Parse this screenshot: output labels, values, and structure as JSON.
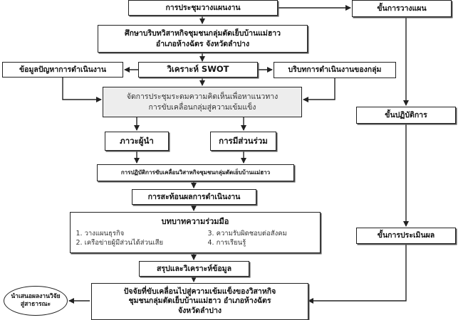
{
  "flow": {
    "meeting": "การประชุมวางแผนงาน",
    "study": [
      "ศึกษาบริบทวิสาหกิจชุมชนกลุ่มตัดเย็บบ้านแม่ฮาว",
      "อำเภอห้างฉัตร จังหวัดลำปาง"
    ],
    "problems": "ข้อมูลปัญหาการดำเนินงาน",
    "swot": "วิเคราะห์ SWOT",
    "context": "บริบทการดำเนินงานของกลุ่ม",
    "brainstorm": [
      "จัดการประชุมระดมความคิดเห็นเพื่อหาแนวทาง",
      "การขับเคลื่อนกลุ่มสู่ความเข้มแข็ง"
    ],
    "leadership": "ภาวะผู้นำ",
    "participation": "การมีส่วนร่วม",
    "practice": "การปฏิบัติการขับเคลื่อนวิสาหกิจชุมชนกลุ่มตัดเย็บบ้านแม่ฮาว",
    "reflection": "การสะท้อนผลการดำเนินงาน",
    "collab": {
      "title": "บทบาทความร่วมมือ",
      "items": [
        "1. วางแผนธุรกิจ",
        "3. ความรับผิดชอบต่อสังคม",
        "2. เครือข่ายผู้มีส่วนได้ส่วนเสีย",
        "4. การเรียนรู้"
      ]
    },
    "summary": "สรุปและวิเคราะห์ข้อมูล",
    "factors": [
      "ปัจจัยที่ขับเคลื่อนไปสู่ความเข้มแข็งของวิสาหกิจ",
      "ชุมชนกลุ่มตัดเย็บบ้านแม่ฮาว อำเภอห้างฉัตร",
      "จังหวัดลำปาง"
    ],
    "publish": [
      "นำเสนอผลงานวิจัย",
      "สู่สาธารณะ"
    ]
  },
  "phases": {
    "planning": "ขั้นการวางแผน",
    "action": "ขั้นปฏิบัติการ",
    "evaluation": "ขั้นการประเมินผล"
  }
}
